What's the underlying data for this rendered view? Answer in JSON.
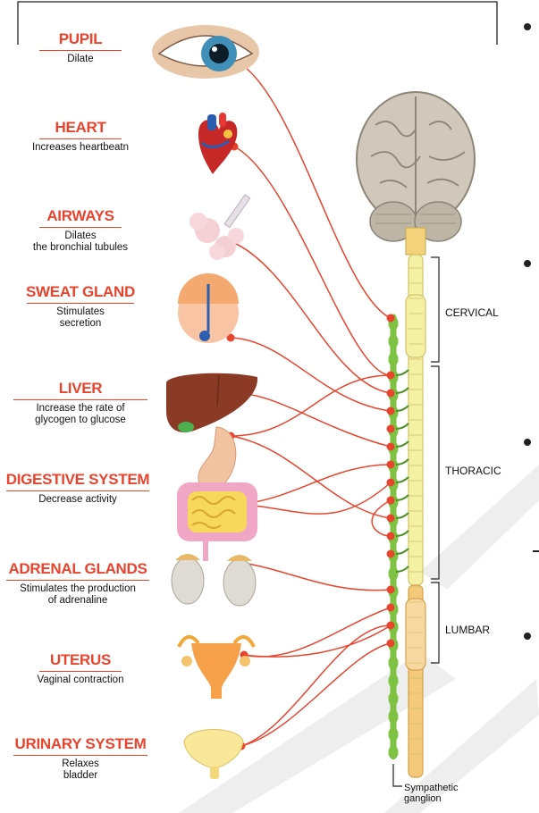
{
  "organs": [
    {
      "id": "pupil",
      "title": "PUPIL",
      "desc": "Dilate"
    },
    {
      "id": "heart",
      "title": "HEART",
      "desc": "Increases heartbeatn"
    },
    {
      "id": "airways",
      "title": "AIRWAYS",
      "desc": "Dilates\nthe bronchial tubules"
    },
    {
      "id": "sweat",
      "title": "SWEAT GLAND",
      "desc": "Stimulates\nsecretion"
    },
    {
      "id": "liver",
      "title": "LIVER",
      "desc": "Increase the rate of\nglycogen to glucose"
    },
    {
      "id": "digestive",
      "title": "DIGESTIVE SYSTEM",
      "desc": "Decrease activity"
    },
    {
      "id": "adrenal",
      "title": "ADRENAL GLANDS",
      "desc": "Stimulates the production\nof adrenaline"
    },
    {
      "id": "uterus",
      "title": "UTERUS",
      "desc": "Vaginal contraction"
    },
    {
      "id": "urinary",
      "title": "URINARY SYSTEM",
      "desc": "Relaxes\nbladder"
    }
  ],
  "segments": {
    "cervical": "CERVICAL",
    "thoracic": "THORACIC",
    "lumbar": "LUMBAR"
  },
  "ganglion_label": "Sympathetic\nganglion",
  "colors": {
    "title_red": "#e8442e",
    "nerve_red": "#e8442e",
    "ganglion_green": "#7ec242",
    "cord_yellow": "#f4f0a4",
    "cord_orange": "#f5c97a",
    "brain": "#cfc8bb"
  }
}
